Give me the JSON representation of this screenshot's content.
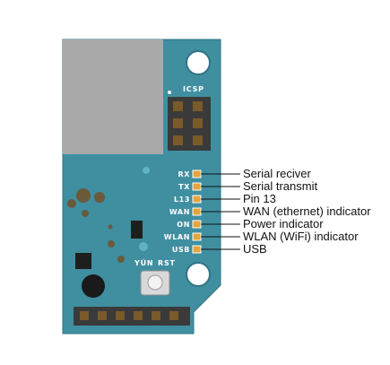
{
  "board": {
    "colors": {
      "pcb": "#3f8fa1",
      "pcb_edge": "#2f7485",
      "shield": "#a9a9a9",
      "led": "#e6a43a",
      "header": "#3a3a3a",
      "pin": "#7a5a2a",
      "hole": "#ffffff",
      "accent": "#5fb3c2",
      "component": "#6b5a3a"
    },
    "icsp_label": "ICSP",
    "button_labels": {
      "yun": "YÚN",
      "rst": "RST"
    }
  },
  "leds": [
    {
      "pin": "RX",
      "description": "Serial reciver"
    },
    {
      "pin": "TX",
      "description": "Serial transmit"
    },
    {
      "pin": "L13",
      "description": "Pin 13"
    },
    {
      "pin": "WAN",
      "description": "WAN (ethernet) indicator"
    },
    {
      "pin": "ON",
      "description": "Power indicator"
    },
    {
      "pin": "WLAN",
      "description": "WLAN (WiFi) indicator"
    },
    {
      "pin": "USB",
      "description": "USB"
    }
  ]
}
